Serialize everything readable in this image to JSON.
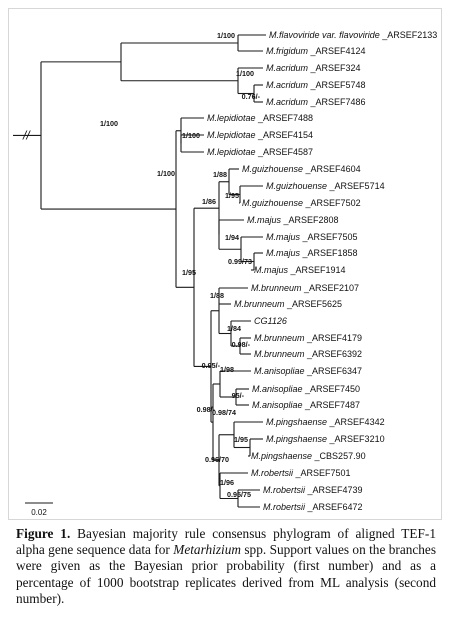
{
  "figure": {
    "caption": {
      "label": "Figure 1.",
      "text_before": "Bayesian majority rule consensus phylogram of aligned TEF-1 alpha gene sequence data for",
      "genus": "Metarhizium",
      "text_after": "spp. Support values on the branches were given as the Bayesian prior probability (first number) and as a percentage of 1000 bootstrap replicates derived from ML analysis (second number)."
    },
    "scale_bar": {
      "label": "0.02"
    },
    "tree": {
      "root_break": "//",
      "taxa": [
        {
          "name": "M.flavoviride var. flavoviride",
          "accession": "ARSEF2133"
        },
        {
          "name": "M.frigidum",
          "accession": "ARSEF4124"
        },
        {
          "name": "M.acridum",
          "accession": "ARSEF324"
        },
        {
          "name": "M.acridum",
          "accession": "ARSEF5748"
        },
        {
          "name": "M.acridum",
          "accession": "ARSEF7486"
        },
        {
          "name": "M.lepidiotae",
          "accession": "ARSEF7488"
        },
        {
          "name": "M.lepidiotae",
          "accession": "ARSEF4154"
        },
        {
          "name": "M.lepidiotae",
          "accession": "ARSEF4587"
        },
        {
          "name": "M.guizhouense",
          "accession": "ARSEF4604"
        },
        {
          "name": "M.guizhouense",
          "accession": "ARSEF5714"
        },
        {
          "name": "M.guizhouense",
          "accession": "ARSEF7502"
        },
        {
          "name": "M.majus",
          "accession": "ARSEF2808"
        },
        {
          "name": "M.majus",
          "accession": "ARSEF7505"
        },
        {
          "name": "M.majus",
          "accession": "ARSEF1858"
        },
        {
          "name": "M.majus",
          "accession": "ARSEF1914"
        },
        {
          "name": "M.brunneum",
          "accession": "ARSEF2107"
        },
        {
          "name": "M.brunneum",
          "accession": "ARSEF5625"
        },
        {
          "name": "CG1126",
          "accession": ""
        },
        {
          "name": "M.brunneum",
          "accession": "ARSEF4179"
        },
        {
          "name": "M.brunneum",
          "accession": "ARSEF6392"
        },
        {
          "name": "M.anisopliae",
          "accession": "ARSEF6347"
        },
        {
          "name": "M.anisopliae",
          "accession": "ARSEF7450"
        },
        {
          "name": "M.anisopliae",
          "accession": "ARSEF7487"
        },
        {
          "name": "M.pingshaense",
          "accession": "ARSEF4342"
        },
        {
          "name": "M.pingshaense",
          "accession": "ARSEF3210"
        },
        {
          "name": "M.pingshaense",
          "accession": "CBS257.90"
        },
        {
          "name": "M.robertsii",
          "accession": "ARSEF7501"
        },
        {
          "name": "M.robertsii",
          "accession": "ARSEF4739"
        },
        {
          "name": "M.robertsii",
          "accession": "ARSEF6472"
        }
      ],
      "supports": [
        "1/100",
        "1/100",
        "0.76/-",
        "1/100",
        "1/100",
        "1/100",
        "1/88",
        "1/95",
        "1/86",
        "1/94",
        "0.99/73",
        "1/95",
        "1/88",
        "1/84",
        "0.98/-",
        "0.95/-",
        "1/98",
        "95/-",
        "0.98/-",
        "0.98/74",
        "1/95",
        "0.96/70",
        "1/96",
        "0.95/75"
      ]
    }
  }
}
